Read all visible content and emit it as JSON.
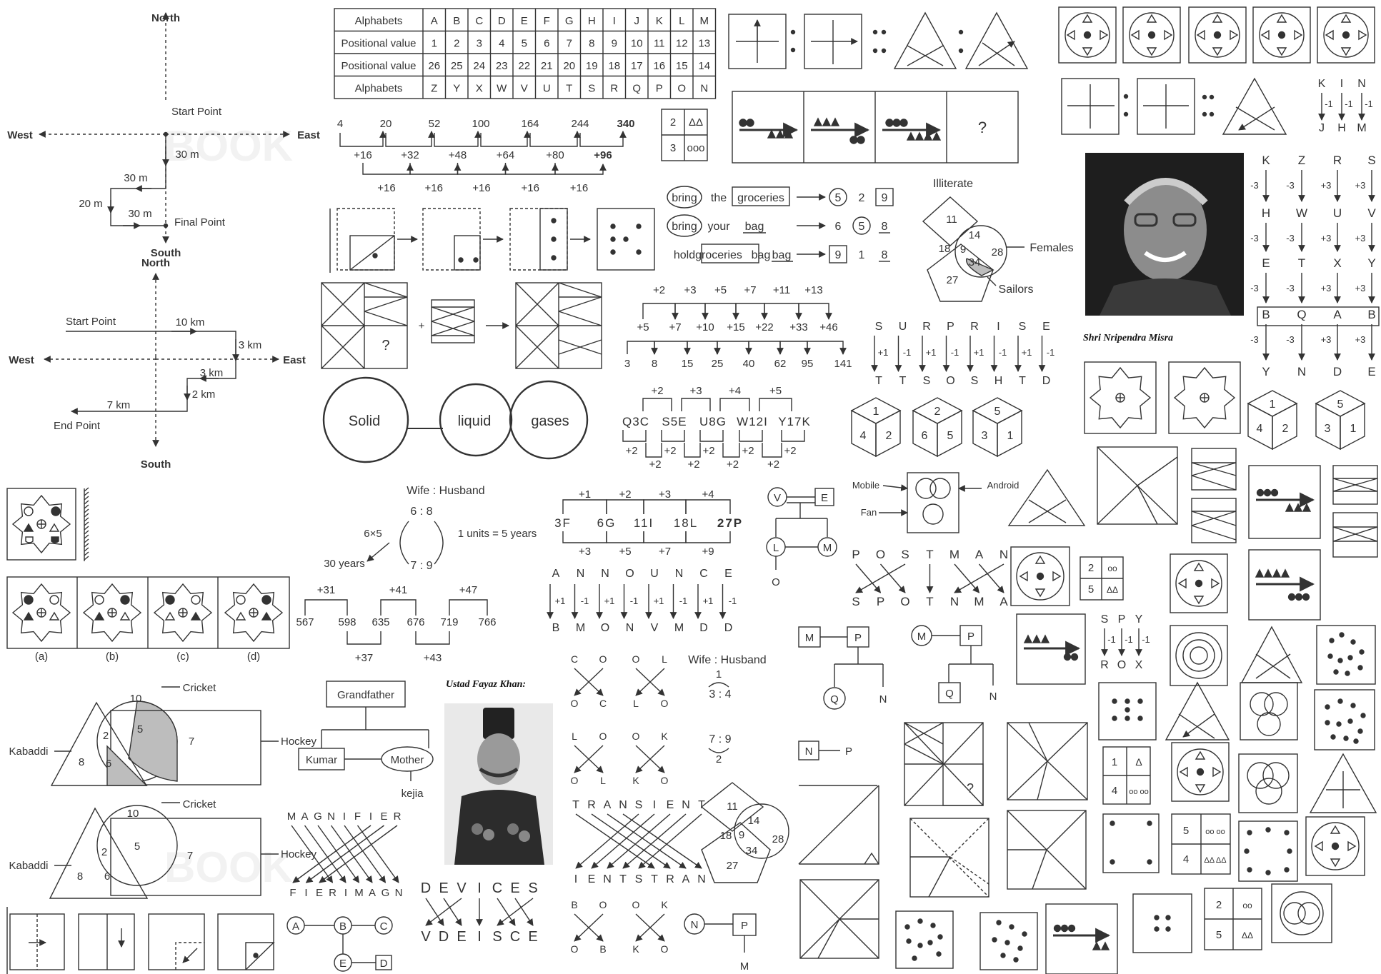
{
  "compass": {
    "north": "North",
    "south": "South",
    "east": "East",
    "west": "West",
    "start_point": "Start Point",
    "final_point": "Final Point",
    "d1": "30 m",
    "d2": "30 m",
    "d3": "20 m",
    "d4": "30 m"
  },
  "compass2": {
    "north": "North",
    "south": "South",
    "east": "East",
    "west": "West",
    "start_point": "Start Point",
    "end_point": "End Point",
    "d1": "10 km",
    "d2": "3 km",
    "d3": "3 km",
    "d4": "2 km",
    "d5": "7 km"
  },
  "alpha_table": {
    "rows": [
      {
        "label": "Alphabets",
        "cells": [
          "A",
          "B",
          "C",
          "D",
          "E",
          "F",
          "G",
          "H",
          "I",
          "J",
          "K",
          "L",
          "M"
        ]
      },
      {
        "label": "Positional value",
        "cells": [
          "1",
          "2",
          "3",
          "4",
          "5",
          "6",
          "7",
          "8",
          "9",
          "10",
          "11",
          "12",
          "13"
        ]
      },
      {
        "label": "Positional value",
        "cells": [
          "26",
          "25",
          "24",
          "23",
          "22",
          "21",
          "20",
          "19",
          "18",
          "17",
          "16",
          "15",
          "14"
        ]
      },
      {
        "label": "Alphabets",
        "cells": [
          "Z",
          "Y",
          "X",
          "W",
          "V",
          "U",
          "T",
          "S",
          "R",
          "Q",
          "P",
          "O",
          "N"
        ]
      }
    ]
  },
  "series1": {
    "numbers": [
      "4",
      "20",
      "52",
      "100",
      "164",
      "244",
      "340"
    ],
    "diffs": [
      "+16",
      "+32",
      "+48",
      "+64",
      "+80",
      "+96"
    ],
    "second": [
      "+16",
      "+16",
      "+16",
      "+16",
      "+16"
    ]
  },
  "venn_states": {
    "a": "Solid",
    "b": "liquid",
    "c": "gases"
  },
  "couple1": {
    "title": "Wife  :  Husband",
    "r1": "6 : 8",
    "r2": "7 : 9",
    "mult": "6×5",
    "years": "30 years",
    "unit": "1 units = 5 years"
  },
  "series2": {
    "top": [
      "+31",
      "+41",
      "+47"
    ],
    "numbers": [
      "567",
      "598",
      "635",
      "676",
      "719",
      "766"
    ],
    "bottom": [
      "+37",
      "+43"
    ]
  },
  "family1": {
    "grandfather": "Grandfather",
    "kumar": "Kumar",
    "mother": "Mother",
    "kejia": "kejia"
  },
  "magnifier": {
    "top": "MAGNIFIER",
    "bottom": "FIERIMAGN"
  },
  "devices": {
    "top": "DEVICES",
    "bottom": "VDEISCE"
  },
  "abcde": [
    "A",
    "B",
    "C",
    "E",
    "D"
  ],
  "fayaz_caption": "Ustad Fayaz Khan:",
  "misra_caption": "Shri Nripendra Misra",
  "code1": {
    "rows": [
      {
        "word": "bring",
        "w2": "the",
        "w3": "groceries",
        "codes": [
          "5",
          "2",
          "9"
        ]
      },
      {
        "word": "bring",
        "w2": "your",
        "w3": "bag",
        "codes": [
          "6",
          "5",
          "8"
        ]
      },
      {
        "word": "hold",
        "w2": "groceries",
        "w3": "bag",
        "codes": [
          "9",
          "1",
          "8"
        ]
      }
    ]
  },
  "series3": {
    "top": [
      "+2",
      "+3",
      "+5",
      "+7",
      "+11",
      "+13"
    ],
    "mid": [
      "+5",
      "+7",
      "+10",
      "+15",
      "+22",
      "+33",
      "+46"
    ],
    "numbers": [
      "3",
      "8",
      "15",
      "25",
      "40",
      "62",
      "95",
      "141"
    ]
  },
  "series4": {
    "top": [
      "+2",
      "+3",
      "+4",
      "+5"
    ],
    "terms": [
      "Q3C",
      "S5E",
      "U8G",
      "W12I",
      "Y17K"
    ],
    "bottom1": [
      "+2",
      "+2",
      "+2",
      "+2",
      "+2"
    ],
    "bottom2": [
      "+2",
      "+2",
      "+2",
      "+2"
    ]
  },
  "series5": {
    "top": [
      "+1",
      "+2",
      "+3",
      "+4"
    ],
    "terms": [
      "3F",
      "6G",
      "11I",
      "18L",
      "27P"
    ],
    "bottom": [
      "+3",
      "+5",
      "+7",
      "+9"
    ]
  },
  "announce": {
    "top": [
      "A",
      "N",
      "N",
      "O",
      "U",
      "N",
      "C",
      "E"
    ],
    "ops": [
      "+1",
      "-1",
      "+1",
      "-1",
      "+1",
      "-1",
      "+1",
      "-1"
    ],
    "bottom": [
      "B",
      "M",
      "O",
      "N",
      "V",
      "M",
      "D",
      "D"
    ]
  },
  "cool": {
    "top": [
      "C",
      "O",
      "O",
      "L"
    ],
    "bottom": [
      "O",
      "C",
      "L",
      "O"
    ]
  },
  "look": {
    "top": [
      "L",
      "O",
      "O",
      "K"
    ],
    "bottom": [
      "O",
      "L",
      "K",
      "O"
    ]
  },
  "book": {
    "top": [
      "B",
      "O",
      "O",
      "K"
    ],
    "bottom": [
      "O",
      "B",
      "K",
      "O"
    ]
  },
  "transient": {
    "top": "TRANSIENT",
    "bottom": "IENTSTRAN"
  },
  "couple2": {
    "title": "Wife : Husband",
    "one": "1",
    "r1": "3 : 4",
    "r2": "7 : 9",
    "two": "2"
  },
  "venn_gender": {
    "illiterate": "Illiterate",
    "females": "Females",
    "sailors": "Sailors",
    "n11": "11",
    "n18": "18",
    "n9": "9",
    "n14": "14",
    "n34": "34",
    "n28": "28",
    "n27": "27"
  },
  "venn_gender2": {
    "n11": "11",
    "n18": "18",
    "n9": "9",
    "n14": "14",
    "n34": "34",
    "n28": "28",
    "n27": "27"
  },
  "surprise": {
    "top": [
      "S",
      "U",
      "R",
      "P",
      "R",
      "I",
      "S",
      "E"
    ],
    "ops": [
      "+1",
      "-1",
      "+1",
      "-1",
      "+1",
      "-1",
      "+1",
      "-1"
    ],
    "bottom": [
      "T",
      "T",
      "S",
      "O",
      "S",
      "H",
      "T",
      "D"
    ]
  },
  "cubes1": [
    {
      "t": "1",
      "l": "4",
      "r": "2"
    },
    {
      "t": "2",
      "l": "6",
      "r": "5"
    },
    {
      "t": "5",
      "l": "3",
      "r": "1"
    }
  ],
  "cubes2": [
    {
      "t": "1",
      "l": "4",
      "r": "2"
    },
    {
      "t": "5",
      "l": "3",
      "r": "1"
    }
  ],
  "mobile": {
    "mobile": "Mobile",
    "android": "Android",
    "fan": "Fan"
  },
  "postman": {
    "top": [
      "P",
      "O",
      "S",
      "T",
      "M",
      "A",
      "N"
    ],
    "bottom": [
      "S",
      "P",
      "O",
      "T",
      "N",
      "M",
      "A"
    ]
  },
  "spy": {
    "top": [
      "S",
      "P",
      "Y"
    ],
    "ops": [
      "-1",
      "-1",
      "-1"
    ],
    "bottom": [
      "R",
      "O",
      "X"
    ]
  },
  "kin": {
    "top": [
      "K",
      "I",
      "N"
    ],
    "ops": [
      "-1",
      "-1",
      "-1"
    ],
    "bottom": [
      "J",
      "H",
      "M"
    ]
  },
  "kzrs": {
    "cols": [
      {
        "letters": [
          "K",
          "H",
          "E",
          "B",
          "Y"
        ],
        "op": "-3"
      },
      {
        "letters": [
          "Z",
          "W",
          "T",
          "Q",
          "N"
        ],
        "op": "-3"
      },
      {
        "letters": [
          "R",
          "U",
          "X",
          "A",
          "D"
        ],
        "op": "+3"
      },
      {
        "letters": [
          "S",
          "V",
          "Y",
          "B",
          "E"
        ],
        "op": "+3"
      }
    ]
  },
  "tree_ve": {
    "v": "V",
    "e": "E",
    "l": "L",
    "m": "M",
    "o": "O"
  },
  "tree_mp": {
    "m": "M",
    "p": "P",
    "q": "Q",
    "n": "N"
  },
  "tree_mp2": {
    "m": "M",
    "p": "P",
    "q": "Q",
    "n": "N"
  },
  "tree_np": {
    "n": "N",
    "p": "P"
  },
  "tree_npm": {
    "n": "N",
    "p": "P",
    "m": "M"
  },
  "fig_q": "?",
  "fig_q2": "?",
  "fig_q3": "?",
  "dice_small": [
    {
      "n": "2",
      "s": "ΔΔ"
    },
    {
      "n": "3",
      "s": "ooo"
    }
  ],
  "grid_small1": {
    "a": "2",
    "b": "oo",
    "c": "5",
    "d": "ΔΔ"
  },
  "grid_small2": {
    "a": "1",
    "b": "Δ",
    "c": "4",
    "d": "oo oo"
  },
  "grid_small3": {
    "a": "5",
    "b": "oo oo",
    "c": "4",
    "d": "ΔΔ ΔΔ"
  },
  "grid_small4": {
    "a": "2",
    "b": "oo",
    "c": "5",
    "d": "ΔΔ"
  },
  "options": [
    "(a)",
    "(b)",
    "(c)",
    "(d)"
  ],
  "venn_sports": {
    "cricket": "Cricket",
    "hockey": "Hockey",
    "kabaddi": "Kabaddi",
    "n10": "10",
    "n5": "5",
    "n7": "7",
    "n2": "2",
    "n8": "8",
    "n6": "6"
  },
  "venn_sports2": {
    "cricket": "Cricket",
    "hockey": "Hockey",
    "kabaddi": "Kabaddi",
    "n10": "10",
    "n5": "5",
    "n7": "7",
    "n2": "2",
    "n8": "8",
    "n6": "6"
  },
  "colors": {
    "ink": "#333333",
    "shade": "#bdbdbd"
  }
}
